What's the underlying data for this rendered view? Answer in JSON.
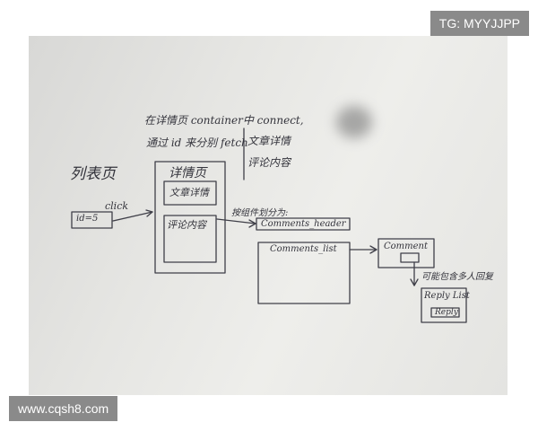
{
  "notes": {
    "list_page": "列表页",
    "id_box": "id=5",
    "click": "click",
    "detail_note_line1": "在详情页 container中 connect,",
    "detail_note_line2": "通过 id 来分别 fetch",
    "article_detail": "文章详情",
    "comment_content": "评论内容",
    "detail_page": "详情页",
    "detail_article": "文章详情",
    "detail_comments": "评论内容",
    "split_note": "按组件划分为:",
    "comments_header": "Comments_header",
    "comments_list": "Comments_list",
    "comment": "Comment",
    "reply_note": "可能包含多人回复",
    "reply_list": "Reply List",
    "reply": "Reply"
  },
  "watermarks": {
    "top_right": "TG: MYYJJPP",
    "bottom_left": "www.cqsh8.com"
  },
  "colors": {
    "ink": "#3f3f48",
    "paper": "#e6e6e3",
    "badge": "#8a8a8a"
  }
}
